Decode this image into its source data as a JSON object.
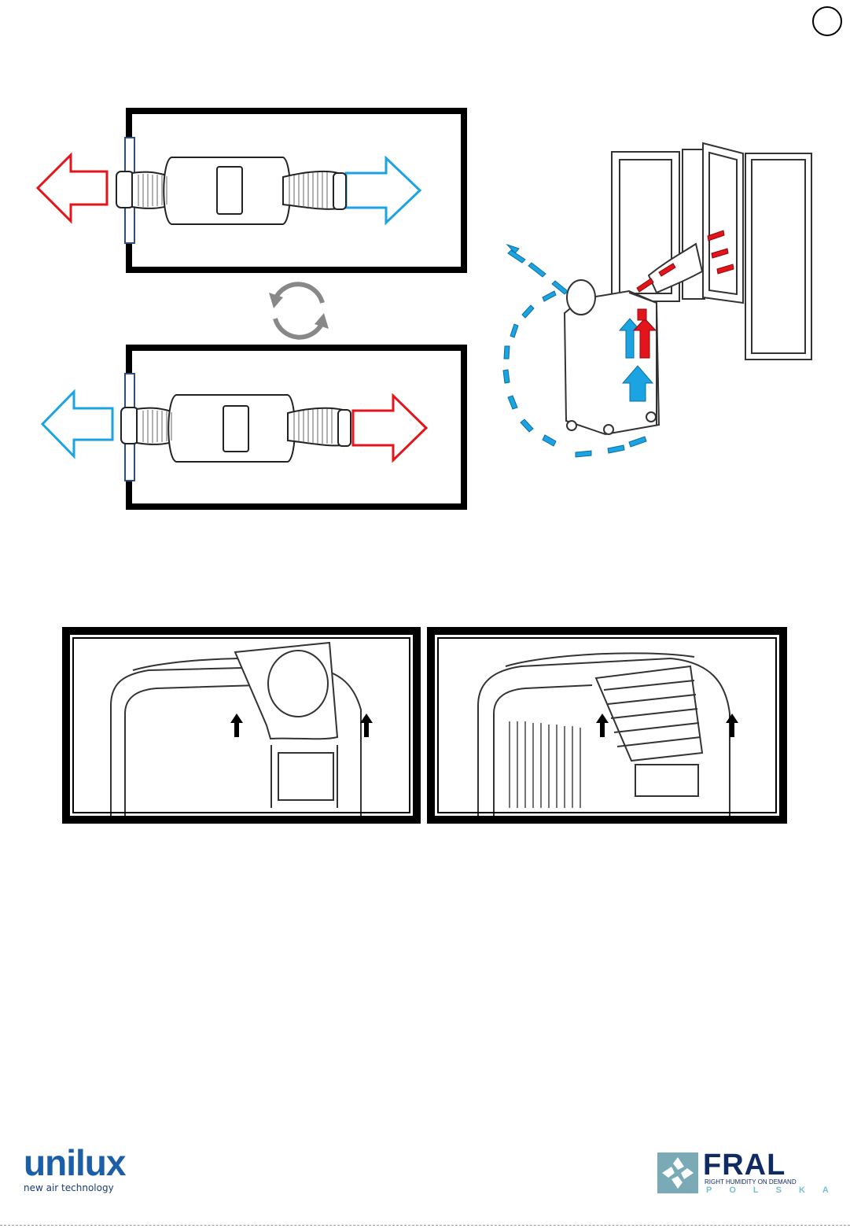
{
  "colors": {
    "hot": "#e3141b",
    "cold": "#1ba3e2",
    "ink": "#000000",
    "unilux_blue": "#1c5ea8",
    "fral_navy": "#102a63",
    "fral_teal": "#78bfd1"
  },
  "brand_left": {
    "logo_text": "unilux",
    "tagline": "new air technology"
  },
  "brand_right": {
    "logo_text": "FRAL",
    "tagline": "RIGHT HUMIDITY ON DEMAND",
    "sub": "POLSKA"
  },
  "icons": [
    "page-circle-icon",
    "swap-cycle-icon",
    "hot-arrow-icon",
    "cold-arrow-icon",
    "up-arrow-icon"
  ]
}
